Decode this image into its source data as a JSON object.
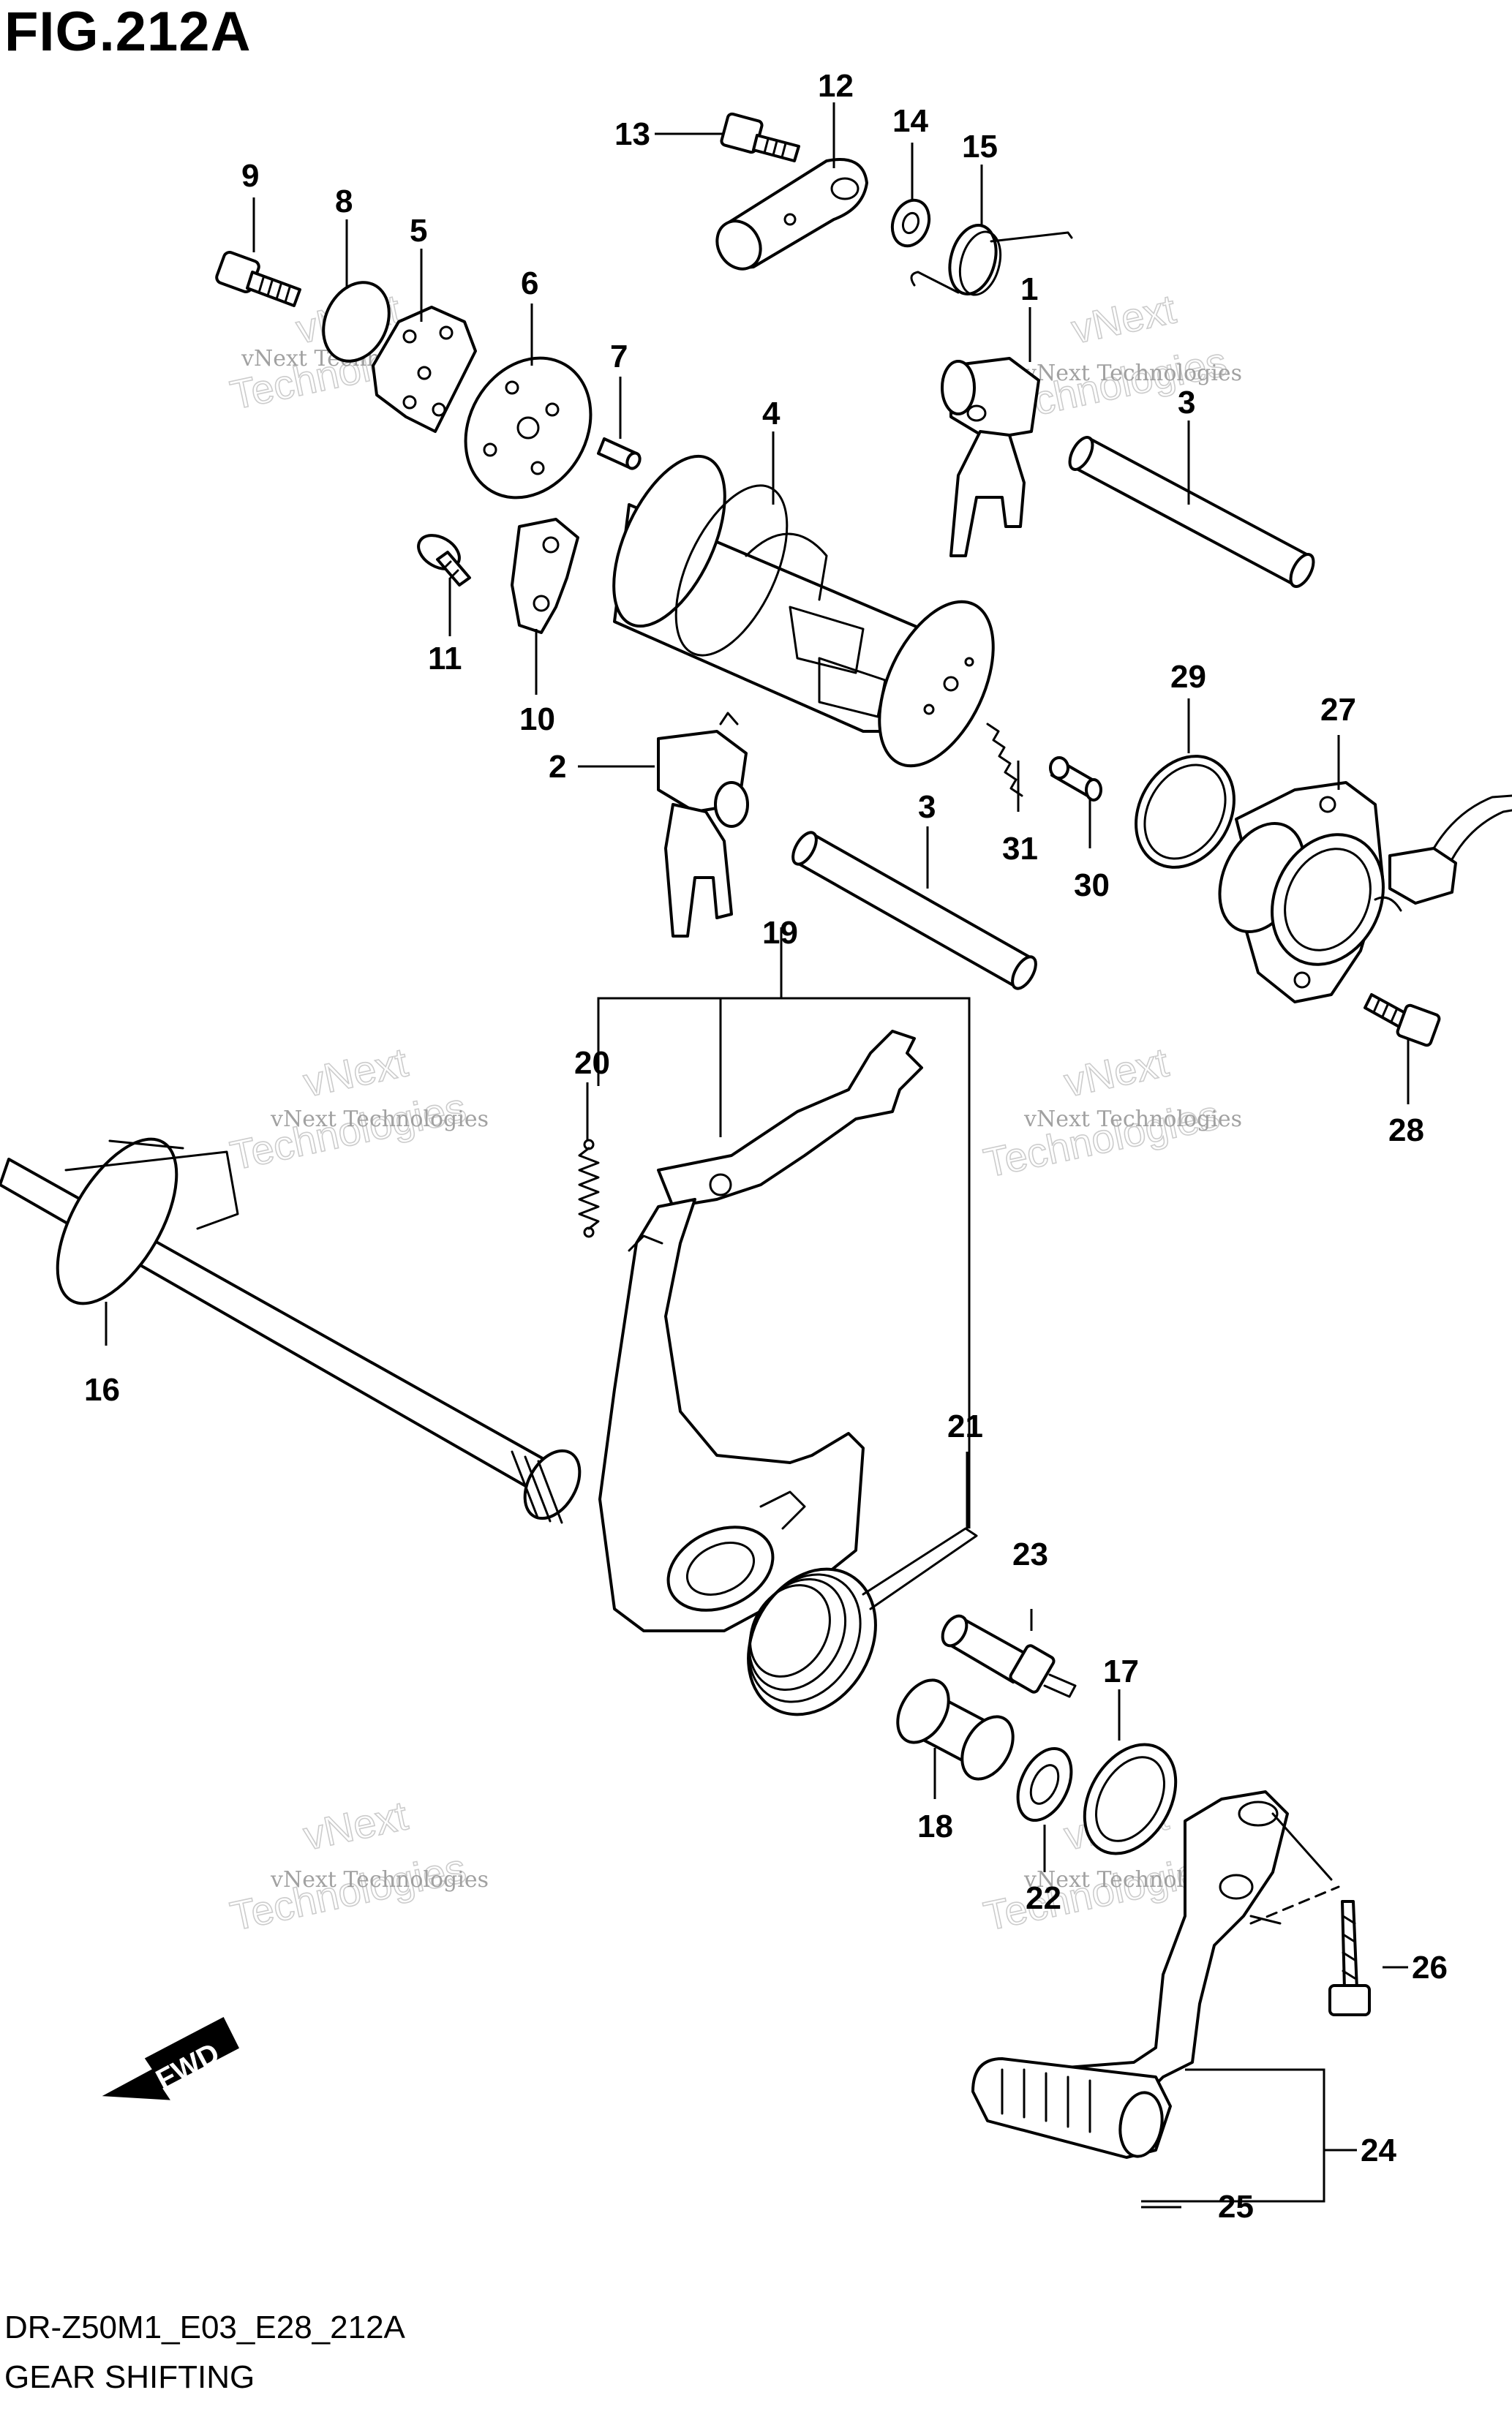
{
  "figure": {
    "title": "FIG.212A",
    "code": "DR-Z50M1_E03_E28_212A",
    "name": "GEAR SHIFTING"
  },
  "watermark": {
    "small": "vNext Technologies",
    "big_line1": "vNext",
    "big_line2": "Technologies"
  },
  "direction_arrow": {
    "label": "FWD"
  },
  "callouts": [
    {
      "id": "c1",
      "label": "1"
    },
    {
      "id": "c2",
      "label": "2"
    },
    {
      "id": "c3a",
      "label": "3"
    },
    {
      "id": "c3b",
      "label": "3"
    },
    {
      "id": "c4",
      "label": "4"
    },
    {
      "id": "c5",
      "label": "5"
    },
    {
      "id": "c6",
      "label": "6"
    },
    {
      "id": "c7",
      "label": "7"
    },
    {
      "id": "c8",
      "label": "8"
    },
    {
      "id": "c9",
      "label": "9"
    },
    {
      "id": "c10",
      "label": "10"
    },
    {
      "id": "c11",
      "label": "11"
    },
    {
      "id": "c12",
      "label": "12"
    },
    {
      "id": "c13",
      "label": "13"
    },
    {
      "id": "c14",
      "label": "14"
    },
    {
      "id": "c15",
      "label": "15"
    },
    {
      "id": "c16",
      "label": "16"
    },
    {
      "id": "c17",
      "label": "17"
    },
    {
      "id": "c18",
      "label": "18"
    },
    {
      "id": "c19",
      "label": "19"
    },
    {
      "id": "c20",
      "label": "20"
    },
    {
      "id": "c21",
      "label": "21"
    },
    {
      "id": "c22",
      "label": "22"
    },
    {
      "id": "c23",
      "label": "23"
    },
    {
      "id": "c24",
      "label": "24"
    },
    {
      "id": "c25",
      "label": "25"
    },
    {
      "id": "c26",
      "label": "26"
    },
    {
      "id": "c27",
      "label": "27"
    },
    {
      "id": "c28",
      "label": "28"
    },
    {
      "id": "c29",
      "label": "29"
    },
    {
      "id": "c30",
      "label": "30"
    },
    {
      "id": "c31",
      "label": "31"
    }
  ]
}
